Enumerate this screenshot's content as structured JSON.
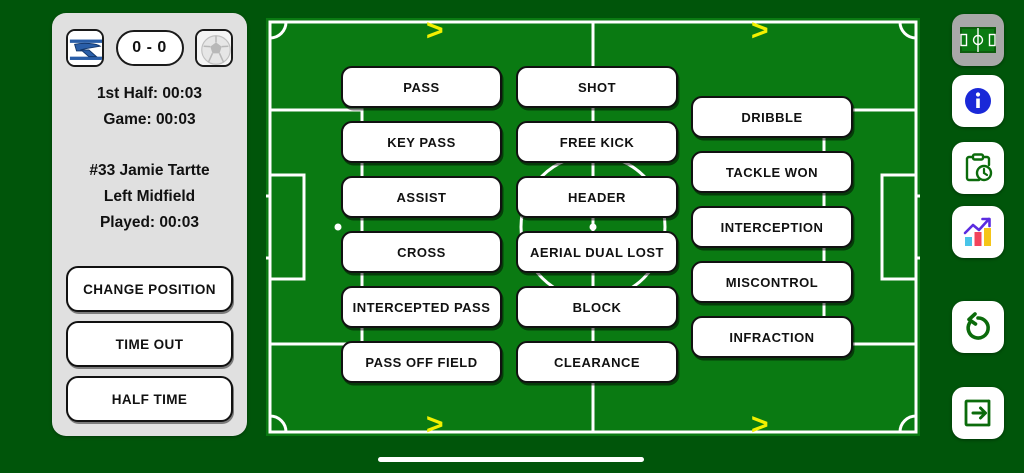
{
  "app": {
    "background_color": "#00550a",
    "pitch_color": "#0a7a12",
    "line_color": "#ffffff",
    "accent_yellow": "#f2f000"
  },
  "scoreboard": {
    "home_logo_icon": "team-crest-r-icon",
    "away_logo_icon": "soccer-ball-icon",
    "score": "0 - 0",
    "half_label": "1st Half: 00:03",
    "game_label": "Game: 00:03"
  },
  "player": {
    "name": "#33 Jamie Tartte",
    "position": "Left Midfield",
    "played": "Played: 00:03"
  },
  "panel_buttons": [
    {
      "label": "CHANGE POSITION",
      "name": "change-position-button"
    },
    {
      "label": "TIME OUT",
      "name": "time-out-button"
    },
    {
      "label": "HALF TIME",
      "name": "half-time-button"
    }
  ],
  "action_columns": [
    {
      "name": "passing-actions",
      "buttons": [
        "PASS",
        "KEY PASS",
        "ASSIST",
        "CROSS",
        "INTERCEPTED PASS",
        "PASS OFF FIELD"
      ]
    },
    {
      "name": "shooting-actions",
      "buttons": [
        "SHOT",
        "FREE KICK",
        "HEADER",
        "AERIAL DUAL LOST",
        "BLOCK",
        "CLEARANCE"
      ]
    },
    {
      "name": "defensive-actions",
      "buttons": [
        "DRIBBLE",
        "TACKLE WON",
        "INTERCEPTION",
        "MISCONTROL",
        "INFRACTION"
      ]
    }
  ],
  "right_rail": [
    {
      "name": "pitch-view-button",
      "icon": "soccer-field-icon",
      "selected": true
    },
    {
      "name": "info-button",
      "icon": "info-circle-icon",
      "selected": false
    },
    {
      "name": "roster-timer-button",
      "icon": "clipboard-clock-icon",
      "selected": false
    },
    {
      "name": "stats-button",
      "icon": "bar-chart-trend-icon",
      "selected": false
    },
    {
      "name": "undo-button",
      "icon": "undo-arrow-icon",
      "selected": false
    },
    {
      "name": "exit-button",
      "icon": "exit-arrow-icon",
      "selected": false
    }
  ],
  "pitch_markers": {
    "chevrons": [
      ">",
      ">",
      ">",
      ">"
    ],
    "chevron_icon": "chevron-right-icon"
  },
  "system": {
    "home_indicator": "home-indicator-bar"
  }
}
